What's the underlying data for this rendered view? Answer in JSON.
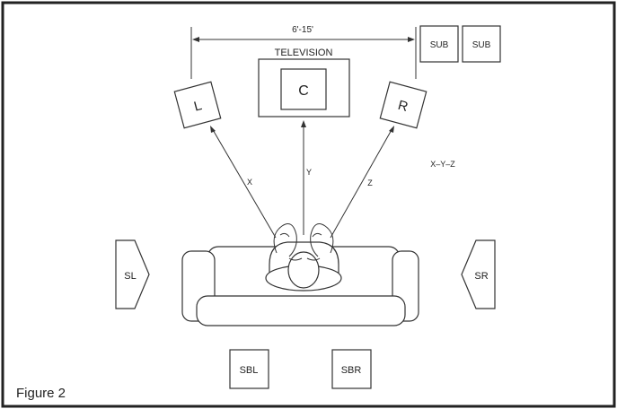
{
  "diagram": {
    "caption": "Figure 2",
    "distance_label": "6'-15'",
    "tv_label": "TELEVISION",
    "formula_label": "X–Y–Z",
    "speakers": {
      "left": "L",
      "center": "C",
      "right": "R",
      "sub1": "SUB",
      "sub2": "SUB",
      "surround_left": "SL",
      "surround_right": "SR",
      "surround_back_left": "SBL",
      "surround_back_right": "SBR"
    },
    "arrows": {
      "x": "X",
      "y": "Y",
      "z": "Z"
    }
  }
}
